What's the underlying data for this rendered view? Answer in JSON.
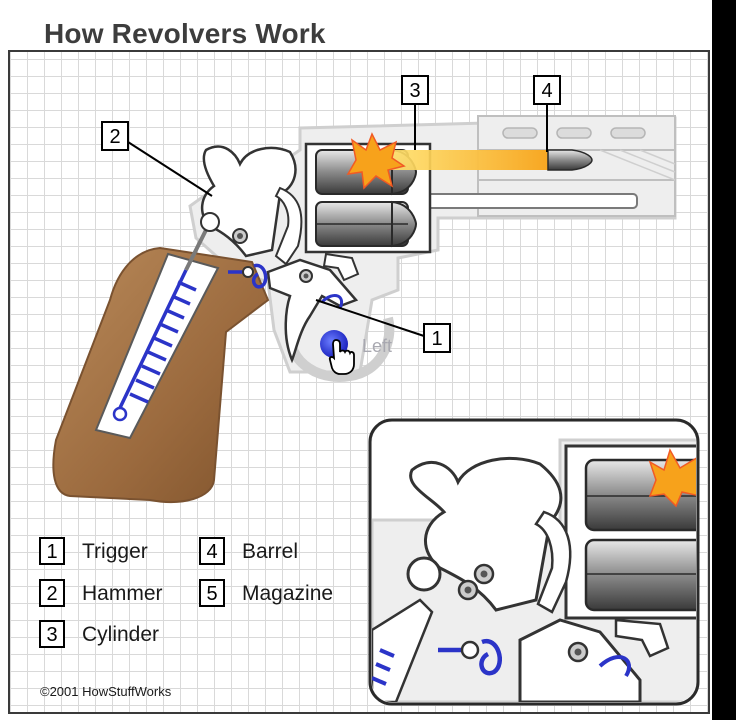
{
  "title": "How Revolvers Work",
  "callouts": [
    {
      "number": "1"
    },
    {
      "number": "2"
    },
    {
      "number": "3"
    },
    {
      "number": "4"
    }
  ],
  "legend": [
    {
      "number": "1",
      "label": "Trigger"
    },
    {
      "number": "2",
      "label": "Hammer"
    },
    {
      "number": "3",
      "label": "Cylinder"
    },
    {
      "number": "4",
      "label": "Barrel"
    },
    {
      "number": "5",
      "label": "Magazine"
    }
  ],
  "click_hint": "Left",
  "copyright": "©2001 HowStuffWorks",
  "colors": {
    "grid": "#d9d9d9",
    "gun_outline": "#d4d4d4",
    "grip": "#9b6a3e",
    "spring": "#2b34c8",
    "bullet": "#7a7a7a",
    "flash": "#f5a623",
    "muzzle_trail": "#ffd24a"
  },
  "icons": [
    "hand-cursor-icon",
    "muzzle-flash-icon"
  ]
}
